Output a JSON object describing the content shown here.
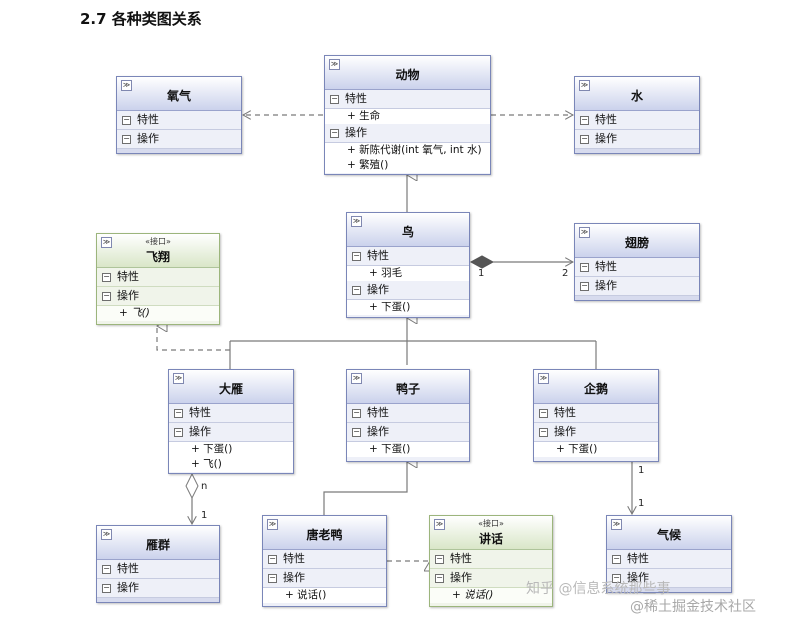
{
  "page_title": "2.7 各种类图关系",
  "labels": {
    "section_attr": "特性",
    "section_op": "操作",
    "collapse_glyph": "≫",
    "minus_glyph": "−"
  },
  "classes": {
    "oxygen": {
      "name": "氧气"
    },
    "animal": {
      "name": "动物",
      "attrs": [
        "+ 生命"
      ],
      "ops": [
        "+ 新陈代谢(int 氧气, int 水)",
        "+ 繁殖()"
      ]
    },
    "water": {
      "name": "水"
    },
    "bird": {
      "name": "鸟",
      "attrs": [
        "+ 羽毛"
      ],
      "ops": [
        "+ 下蛋()"
      ]
    },
    "wing": {
      "name": "翅膀"
    },
    "fly": {
      "stereotype": "«接口»",
      "name": "飞翔",
      "ops": [
        "+ 飞()"
      ]
    },
    "goose": {
      "name": "大雁",
      "ops": [
        "+ 下蛋()",
        "+ 飞()"
      ]
    },
    "duck": {
      "name": "鸭子",
      "ops": [
        "+ 下蛋()"
      ]
    },
    "penguin": {
      "name": "企鹅",
      "ops": [
        "+ 下蛋()"
      ]
    },
    "goose_group": {
      "name": "雁群"
    },
    "tang_duck": {
      "name": "唐老鸭",
      "ops": [
        "+ 说话()"
      ]
    },
    "speak": {
      "stereotype": "«接口»",
      "name": "讲话",
      "ops": [
        "+ 说话()"
      ]
    },
    "climate": {
      "name": "气候"
    }
  },
  "multiplicity": {
    "bird_wing_left": "1",
    "bird_wing_right": "2",
    "goose_group_top": "n",
    "goose_group_bottom": "1",
    "penguin_climate_top": "1",
    "penguin_climate_bottom": "1"
  },
  "watermark": {
    "zhihu": "知乎 @信息系统那些事",
    "juejin": "@稀土掘金技术社区"
  },
  "colors": {
    "class_border": "#7a86b8",
    "interface_border": "#9cb57c",
    "line": "#7a7a7a"
  }
}
